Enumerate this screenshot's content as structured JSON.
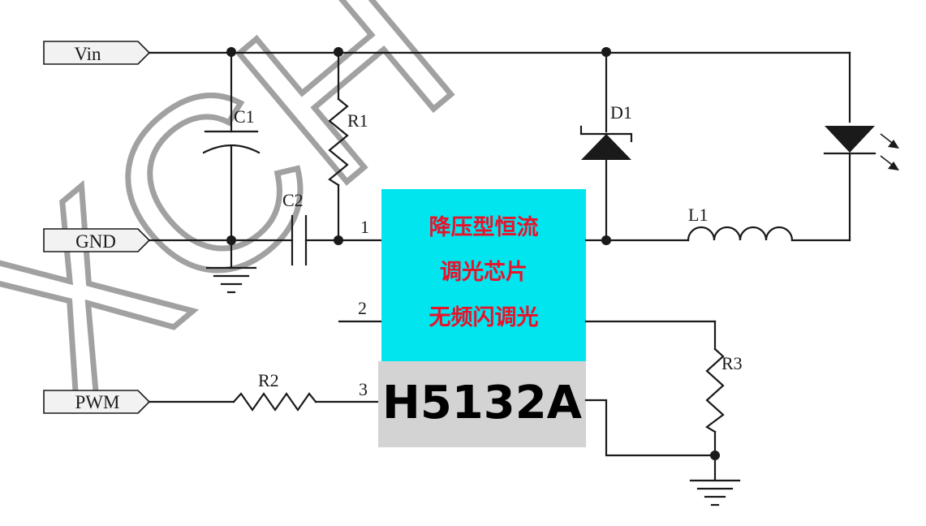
{
  "ports": {
    "vin": "Vin",
    "gnd": "GND",
    "pwm": "PWM"
  },
  "components": {
    "c1": "C1",
    "c2": "C2",
    "r1": "R1",
    "r2": "R2",
    "r3": "R3",
    "d1": "D1",
    "l1": "L1"
  },
  "pins": {
    "pin1": "1",
    "pin2": "2",
    "pin3": "3"
  },
  "chip": {
    "line1": "降压型恒流",
    "line2": "调光芯片",
    "line3": "无频闪调光",
    "model": "H5132A",
    "top_color": "#00E5EE",
    "bottom_color": "#D3D3D3",
    "text_color": "#E8122B"
  },
  "watermark": "XCH",
  "colors": {
    "wire": "#1a1a1a",
    "port_fill": "#f2f2f2"
  }
}
